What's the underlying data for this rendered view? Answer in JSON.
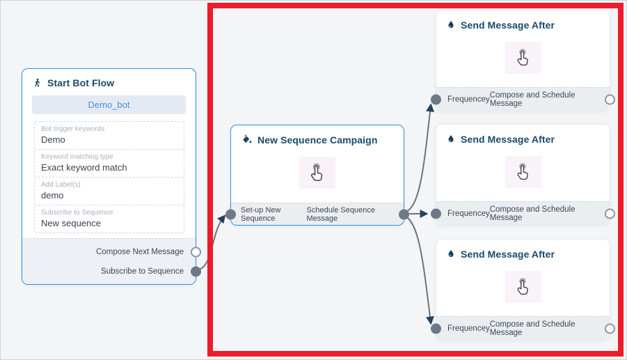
{
  "canvas": {
    "background": "#f4f5f7",
    "highlight_border_color": "#ec1c2b",
    "connector_color": "#6b7280",
    "arrow_color": "#24415e",
    "node_border_color": "#2c93dd"
  },
  "start_node": {
    "title": "Start Bot Flow",
    "icon": "walking-person-icon",
    "bot_name": "Demo_bot",
    "fields": [
      {
        "label": "Bot trigger keywords",
        "value": "Demo"
      },
      {
        "label": "Keyword matching type",
        "value": "Exact keyword match"
      },
      {
        "label": "Add Label(s)",
        "value": "demo"
      },
      {
        "label": "Subscribe to Sequence",
        "value": "New sequence"
      }
    ],
    "outputs": [
      {
        "label": "Compose Next Message",
        "port_style": "open"
      },
      {
        "label": "Subscribe to Sequence",
        "port_style": "filled"
      }
    ]
  },
  "campaign_node": {
    "title": "New Sequence Campaign",
    "icon": "paint-bucket-icon",
    "body_icon": "tap-hand-icon",
    "output_left": "Set-up New Sequence",
    "output_right": "Schedule Sequence Message"
  },
  "message_node": {
    "title": "Send Message After",
    "icon": "water-drop-icon",
    "body_icon": "tap-hand-icon",
    "input_label": "Frequencey",
    "output_label": "Compose and Schedule Message",
    "count": 3
  }
}
